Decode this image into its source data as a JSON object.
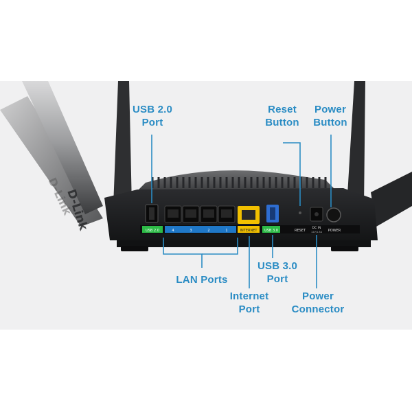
{
  "brand": "D-Link",
  "colors": {
    "callout": "#2a8cc4",
    "usb20_label": "#2dbb47",
    "lan_label": "#1f78c8",
    "internet_label": "#f2c000",
    "usb30_label": "#2dbb47",
    "usb30_port": "#2e6dd0",
    "body": "#1b1c1e"
  },
  "port_labels": {
    "usb20": "USB 2.0",
    "lan": [
      "4",
      "3",
      "2",
      "1"
    ],
    "internet": "INTERNET",
    "usb30": "USB 3.0",
    "reset": "RESET",
    "dc_in": "DC IN",
    "dc_rating": "12V/1.5A",
    "power": "POWER"
  },
  "callouts": {
    "usb20": [
      "USB 2.0",
      "Port"
    ],
    "reset": [
      "Reset",
      "Button"
    ],
    "power_button": [
      "Power",
      "Button"
    ],
    "lan": [
      "LAN Ports"
    ],
    "usb30": [
      "USB 3.0",
      "Port"
    ],
    "internet": [
      "Internet",
      "Port"
    ],
    "power_connector": [
      "Power",
      "Connector"
    ]
  }
}
